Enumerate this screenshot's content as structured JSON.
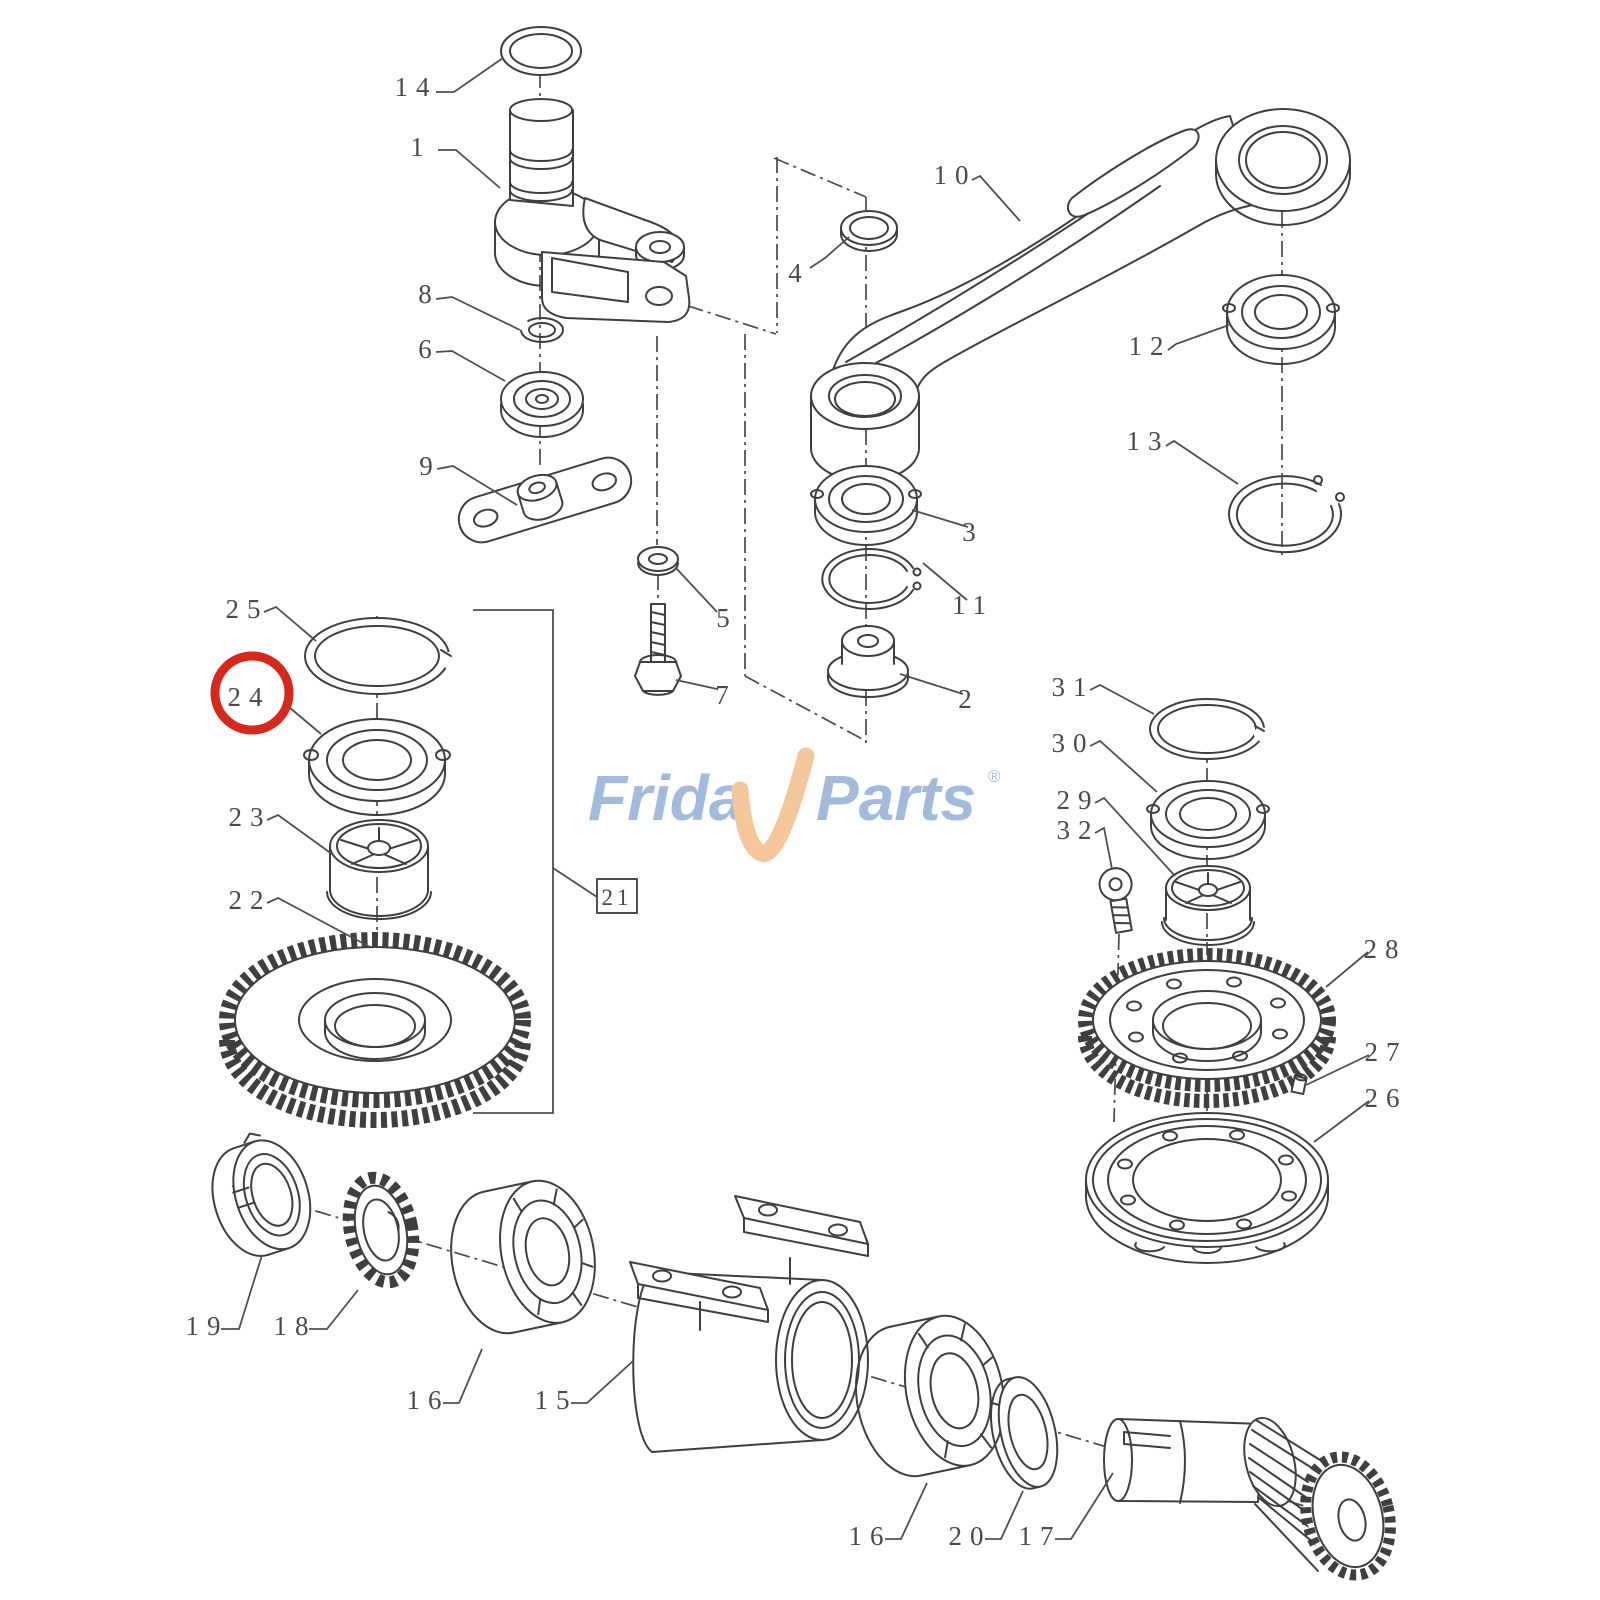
{
  "watermark": {
    "left": "Frida",
    "right": "Parts",
    "registered": "®",
    "text_color": "#9bb5d8",
    "check_color": "#f4c392"
  },
  "highlight": {
    "circled_part": "24",
    "color": "#d7281d"
  },
  "parts": {
    "c1": "1",
    "c2": "2",
    "c3": "3",
    "c4": "4",
    "c5": "5",
    "c6": "6",
    "c7": "7",
    "c8": "8",
    "c9": "9",
    "c10": "10",
    "c11": "11",
    "c12": "12",
    "c13": "13",
    "c14": "14",
    "c15": "15",
    "c16a": "16",
    "c16b": "16",
    "c17": "17",
    "c18": "18",
    "c19": "19",
    "c20": "20",
    "c21": "21",
    "c22": "22",
    "c23": "23",
    "c24": "24",
    "c25": "25",
    "c26": "26",
    "c27": "27",
    "c28": "28",
    "c29": "29",
    "c30": "30",
    "c31": "31",
    "c32": "32"
  }
}
